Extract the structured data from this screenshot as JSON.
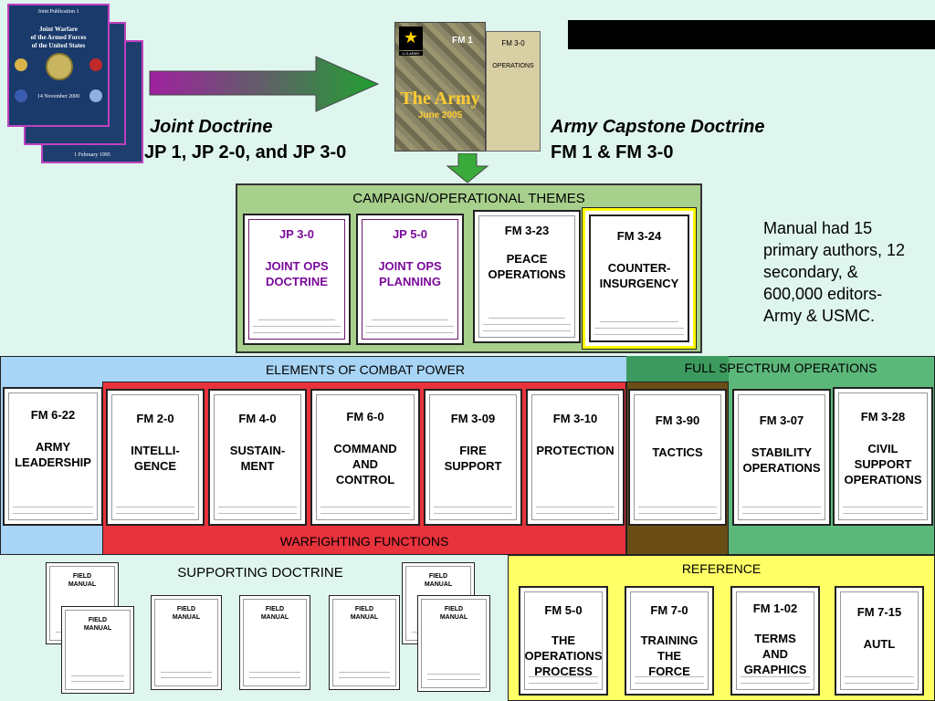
{
  "top": {
    "joint_caption": "Joint Doctrine",
    "joint_sub": "JP 1, JP 2-0, and JP 3-0",
    "army_caption": "Army Capstone Doctrine",
    "army_sub": "FM 1 & FM 3-0",
    "jp_cover": {
      "publication": "Joint Publication 1",
      "title": "Joint Warfare\nof the Armed Forces\nof the United States",
      "date": "14 November 2000",
      "back_date": "1 February 1995"
    },
    "fm1_cover": {
      "code": "FM 1",
      "title": "The Army",
      "date": "June 2005",
      "brand": "U.S.ARMY"
    },
    "fm30_cover": {
      "code": "FM 3-0",
      "title": "OPERATIONS"
    }
  },
  "campaign": {
    "title": "CAMPAIGN/OPERATIONAL THEMES",
    "manuals": [
      {
        "code": "JP 3-0",
        "title": "JOINT OPS\nDOCTRINE"
      },
      {
        "code": "JP 5-0",
        "title": "JOINT OPS\nPLANNING"
      },
      {
        "code": "FM 3-23",
        "title": "PEACE\nOPERATIONS"
      },
      {
        "code": "FM 3-24",
        "title": "COUNTER-\nINSURGENCY"
      }
    ]
  },
  "note": "Manual had 15 primary authors, 12 secondary, & 600,000 editors- Army & USMC.",
  "combat_power": {
    "title": "ELEMENTS OF COMBAT POWER",
    "warfighting": "WARFIGHTING FUNCTIONS",
    "full_spectrum": "FULL SPECTRUM OPERATIONS",
    "manuals": [
      {
        "code": "FM 6-22",
        "title": "ARMY\nLEADERSHIP"
      },
      {
        "code": "FM 2-0",
        "title": "INTELLI-\nGENCE"
      },
      {
        "code": "FM 4-0",
        "title": "SUSTAIN-\nMENT"
      },
      {
        "code": "FM 6-0",
        "title": "COMMAND\nAND\nCONTROL"
      },
      {
        "code": "FM 3-09",
        "title": "FIRE\nSUPPORT"
      },
      {
        "code": "FM 3-10",
        "title": "PROTECTION"
      },
      {
        "code": "FM 3-90",
        "title": "TACTICS"
      },
      {
        "code": "FM 3-07",
        "title": "STABILITY\nOPERATIONS"
      },
      {
        "code": "FM 3-28",
        "title": "CIVIL\nSUPPORT\nOPERATIONS"
      }
    ]
  },
  "supporting": {
    "title": "SUPPORTING DOCTRINE",
    "sheet_label": "FIELD\nMANUAL"
  },
  "reference": {
    "title": "REFERENCE",
    "manuals": [
      {
        "code": "FM 5-0",
        "title": "THE\nOPERATIONS\nPROCESS"
      },
      {
        "code": "FM 7-0",
        "title": "TRAINING\nTHE\nFORCE"
      },
      {
        "code": "FM 1-02",
        "title": "TERMS\nAND\nGRAPHICS"
      },
      {
        "code": "FM 7-15",
        "title": "AUTL"
      }
    ]
  },
  "colors": {
    "background": "#dff6ef",
    "campaign_bg": "#a8d08d",
    "combat_power_bar": "#a8d4f5",
    "warfighting_red": "#e8323c",
    "full_spectrum_green": "#4caf70",
    "tactics_brown": "#6b4e16",
    "reference_yellow": "#ffff66",
    "purple": "#7a0a9a"
  }
}
